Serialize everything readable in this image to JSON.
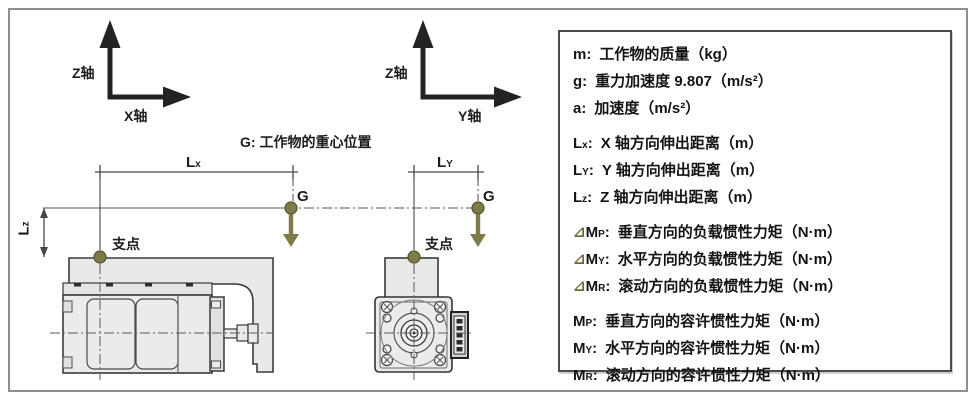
{
  "axes_left": {
    "vertical_label": "Z轴",
    "horizontal_label": "X轴"
  },
  "axes_right": {
    "vertical_label": "Z轴",
    "horizontal_label": "Y轴"
  },
  "gravity_note": "G: 工作物的重心位置",
  "left_view": {
    "dim_x": {
      "base": "L",
      "sub": "x"
    },
    "dim_z": {
      "base": "L",
      "sub": "z"
    },
    "fulcrum_label": "支点",
    "g_label": "G"
  },
  "right_view": {
    "dim_y": {
      "base": "L",
      "sub": "Y"
    },
    "fulcrum_label": "支点",
    "g_label": "G"
  },
  "colors": {
    "marker_olive": "#7d7b48",
    "marker_olive_dark": "#53512a",
    "line_dark": "#3a3a3a",
    "body_fill": "#e8eae8"
  },
  "legend": {
    "lines": [
      {
        "delta": "",
        "base": "m",
        "sub": "",
        "sep": ":",
        "text": "工作物的质量（kg）"
      },
      {
        "delta": "",
        "base": "g",
        "sub": "",
        "sep": ":",
        "text": "重力加速度 9.807（m/s²）"
      },
      {
        "delta": "",
        "base": "a",
        "sub": "",
        "sep": ":",
        "text": "加速度（m/s²）"
      },
      {
        "delta": "",
        "base": "L",
        "sub": "x",
        "sep": ":",
        "text": "X 轴方向伸出距离（m）"
      },
      {
        "delta": "",
        "base": "L",
        "sub": "Y",
        "sep": ":",
        "text": "Y 轴方向伸出距离（m）"
      },
      {
        "delta": "",
        "base": "L",
        "sub": "z",
        "sep": ":",
        "text": "Z 轴方向伸出距离（m）"
      },
      {
        "delta": "⊿",
        "base": "M",
        "sub": "P",
        "sep": ":",
        "text": "垂直方向的负载惯性力矩（N·m）"
      },
      {
        "delta": "⊿",
        "base": "M",
        "sub": "Y",
        "sep": ":",
        "text": "水平方向的负载惯性力矩（N·m）"
      },
      {
        "delta": "⊿",
        "base": "M",
        "sub": "R",
        "sep": ":",
        "text": "滚动方向的负载惯性力矩（N·m）"
      },
      {
        "delta": "",
        "base": "M",
        "sub": "P",
        "sep": ":",
        "text": "垂直方向的容许惯性力矩（N·m）"
      },
      {
        "delta": "",
        "base": "M",
        "sub": "Y",
        "sep": ":",
        "text": "水平方向的容许惯性力矩（N·m）"
      },
      {
        "delta": "",
        "base": "M",
        "sub": "R",
        "sep": ":",
        "text": "滚动方向的容许惯性力矩（N·m）"
      }
    ]
  }
}
